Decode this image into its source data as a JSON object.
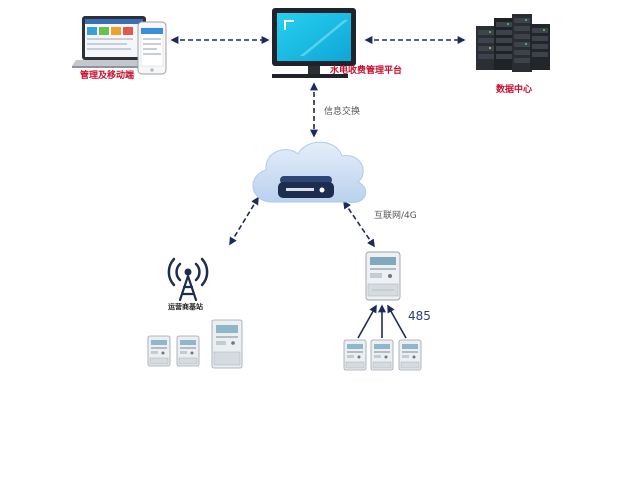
{
  "labels": {
    "management_mobile": "管理及移动端",
    "platform": "水电收费管理平台",
    "data_center": "数据中心",
    "info_exchange": "信息交换",
    "internet_4g": "互联网/4G",
    "rs485": "485",
    "carrier_base_station": "运营商基站"
  },
  "icons": [
    "laptop-icon",
    "phone-icon",
    "monitor-icon",
    "server-rack-icon",
    "cloud-icon",
    "storage-drive-icon",
    "signal-tower-icon",
    "concentrator-icon",
    "electric-meter-icon"
  ],
  "colors": {
    "accent_red": "#c8102e",
    "link_navy": "#1f2a5c",
    "screen_cyan": "#1ec3e6",
    "cloud_blue": "#cfe1f5",
    "drive_dark": "#1c2d4f"
  }
}
